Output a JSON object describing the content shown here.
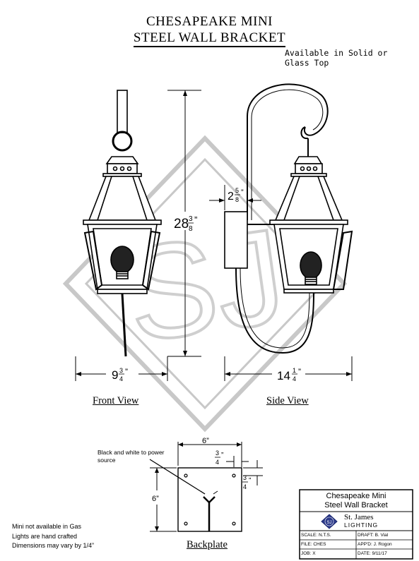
{
  "title": {
    "line1": "CHESAPEAKE MINI",
    "line2": "STEEL WALL BRACKET"
  },
  "availability_note": "Available in Solid or Glass Top",
  "front_view": {
    "label": "Front View",
    "height_dim": {
      "whole": "28",
      "num": "3",
      "den": "8"
    },
    "width_dim": {
      "whole": "9",
      "num": "3",
      "den": "4"
    }
  },
  "side_view": {
    "label": "Side View",
    "bracket_dim": {
      "whole": "2",
      "num": "5",
      "den": "8"
    },
    "depth_dim": {
      "whole": "14",
      "num": "1",
      "den": "4"
    }
  },
  "backplate": {
    "label": "Backplate",
    "width": "6”",
    "height": "6”",
    "inset_top": {
      "num": "3",
      "den": "4"
    },
    "inset_side": {
      "num": "3",
      "den": "4"
    },
    "wire_note": "Black and white to power source"
  },
  "footnotes": [
    "Mini not available in Gas",
    "Lights are hand crafted",
    "Dimensions may vary by 1/4”"
  ],
  "title_block": {
    "name_line1": "Chesapeake Mini",
    "name_line2": "Steel Wall Bracket",
    "logo_text": "SJ",
    "company_line1": "St. James",
    "company_line2": "LIGHTING",
    "rows": [
      [
        {
          "label": "SCALE:",
          "value": "N.T.S."
        },
        {
          "label": "DRAFT:",
          "value": "B. Vial"
        }
      ],
      [
        {
          "label": "FILE:",
          "value": "CHES"
        },
        {
          "label": "APP'D:",
          "value": "J. Rogon"
        }
      ],
      [
        {
          "label": "JOB:",
          "value": "X"
        },
        {
          "label": "DATE:",
          "value": "9/11/17"
        }
      ]
    ]
  }
}
